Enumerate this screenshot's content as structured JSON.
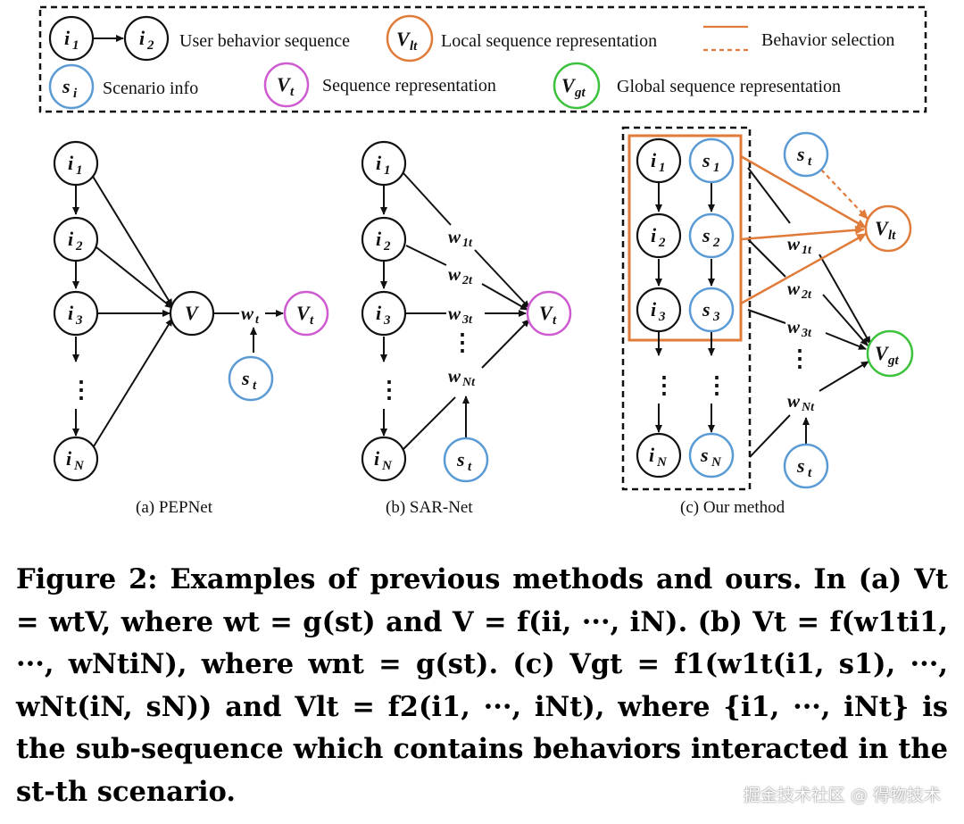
{
  "legend": {
    "sequence": {
      "n1": "i",
      "n1_sub": "1",
      "n2": "i",
      "n2_sub": "2",
      "label": "User behavior sequence"
    },
    "local": {
      "sym": "V",
      "sub": "lt",
      "label": "Local sequence representation"
    },
    "selection": {
      "label": "Behavior selection"
    },
    "scenario": {
      "sym": "s",
      "sub": "i",
      "label": "Scenario info"
    },
    "seqrep": {
      "sym": "V",
      "sub": "t",
      "label": "Sequence representation"
    },
    "global": {
      "sym": "V",
      "sub": "gt",
      "label": "Global sequence representation"
    }
  },
  "panels": {
    "a": {
      "caption": "(a) PEPNet",
      "nodes": [
        "i1",
        "i2",
        "i3",
        "iN"
      ],
      "center": "V",
      "weight": "w_t",
      "output": "V_t",
      "scenario": "s_t"
    },
    "b": {
      "caption": "(b) SAR-Net",
      "weights": [
        "w_1t",
        "w_2t",
        "w_3t",
        "w_Nt"
      ],
      "output": "V_t",
      "scenario": "s_t"
    },
    "c": {
      "caption": "(c) Our method",
      "items": [
        "i1",
        "i2",
        "i3",
        "iN"
      ],
      "scenarios": [
        "s1",
        "s2",
        "s3",
        "sN"
      ],
      "weights": [
        "w_1t",
        "w_2t",
        "w_3t",
        "w_Nt"
      ],
      "local_output": "V_lt",
      "global_output": "V_gt",
      "scenario": "s_t"
    }
  },
  "colors": {
    "orange": "#e07b39",
    "blue": "#5b9bd5",
    "magenta": "#d05ad0",
    "green": "#3cc23c",
    "black": "#111111"
  },
  "caption": {
    "label": "Figure 2: Examples of previous methods and ours.",
    "text": "In (a) Vt = wtV, where wt = g(st) and V = f(ii, ···, iN). (b) Vt = f(w1ti1, ···, wNtiN), where wnt = g(st). (c) Vgt = f1(w1t(i1, s1), ···, wNt(iN, sN)) and Vlt = f2(i1, ···, iNt), where {i1, ···, iNt} is the sub-sequence which contains behaviors interacted in the st-th scenario."
  },
  "watermark": "掘金技术社区 @ 得物技术"
}
